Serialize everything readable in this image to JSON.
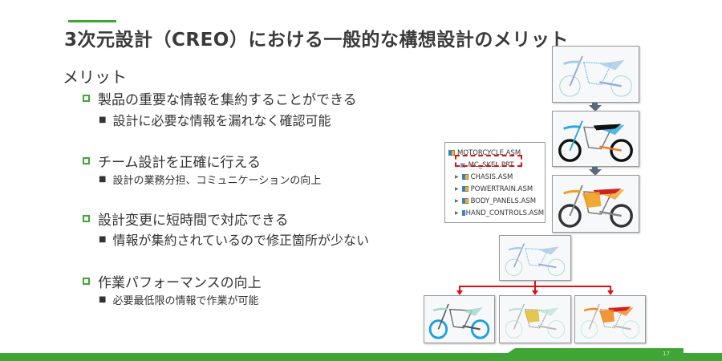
{
  "title": "3次元設計（CREO）における一般的な構想設計のメリット",
  "heading": "メリット",
  "items": [
    {
      "label": "製品の重要な情報を集約することができる",
      "sub": "設計に必要な情報を漏れなく確認可能",
      "sub_size": "big"
    },
    {
      "label": "チーム設計を正確に行える",
      "sub": "設計の業務分担、コミュニケーションの向上",
      "sub_size": "small"
    },
    {
      "label": "設計変更に短時間で対応できる",
      "sub": "情報が集約されているので修正箇所が少ない",
      "sub_size": "big"
    },
    {
      "label": "作業パフォーマンスの向上",
      "sub": "必要最低限の情報で作業が可能",
      "sub_size": "small"
    }
  ],
  "tree": {
    "root": "MOTORCYCLE.ASM",
    "skeleton": "MC_SKEL.PRT",
    "children": [
      "CHASIS.ASM",
      "POWERTRAIN.ASM",
      "BODY_PANELS.ASM",
      "HAND_CONTROLS.ASM"
    ]
  },
  "colors": {
    "accent": "#3fa535",
    "highlight": "#e01010"
  },
  "page_number": "17"
}
